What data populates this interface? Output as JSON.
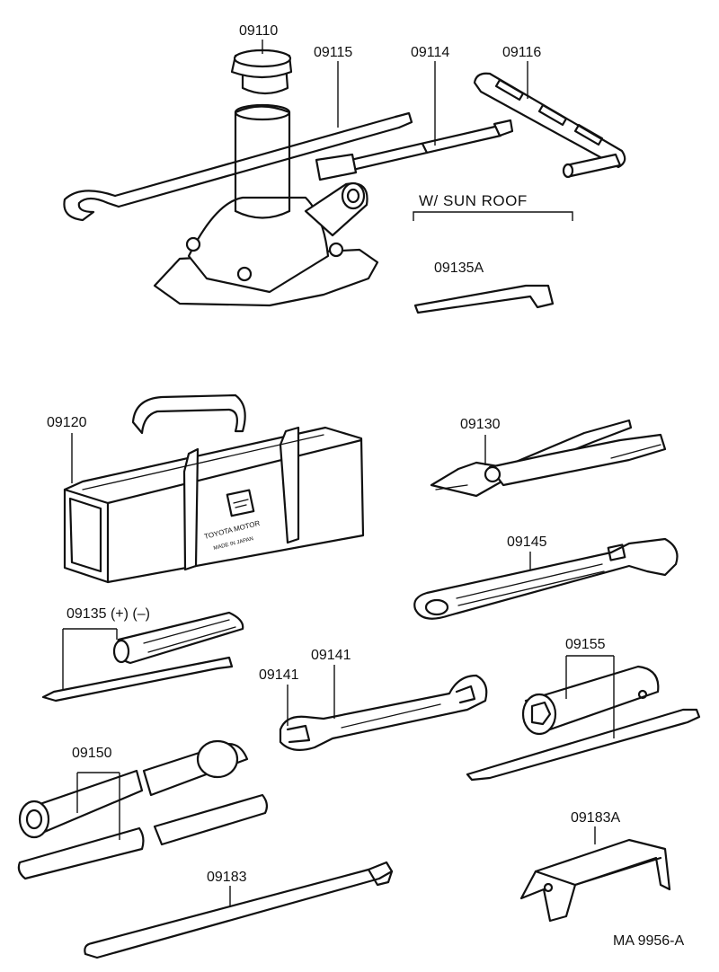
{
  "group_label": "W/ SUN  ROOF",
  "footer_code": "MA  9956-A",
  "bag_logo": "TOYOTA MOTOR",
  "bag_sublogo": "MADE IN JAPAN",
  "parts": [
    {
      "id": "p09110",
      "label": "09110"
    },
    {
      "id": "p09115",
      "label": "09115"
    },
    {
      "id": "p09114",
      "label": "09114"
    },
    {
      "id": "p09116",
      "label": "09116"
    },
    {
      "id": "p09135A",
      "label": "09135A"
    },
    {
      "id": "p09120",
      "label": "09120"
    },
    {
      "id": "p09130",
      "label": "09130"
    },
    {
      "id": "p09145",
      "label": "09145"
    },
    {
      "id": "p09135",
      "label": "09135 (+) (–)"
    },
    {
      "id": "p09141a",
      "label": "09141"
    },
    {
      "id": "p09141b",
      "label": "09141"
    },
    {
      "id": "p09155",
      "label": "09155"
    },
    {
      "id": "p09150",
      "label": "09150"
    },
    {
      "id": "p09183A",
      "label": "09183A"
    },
    {
      "id": "p09183",
      "label": "09183"
    }
  ]
}
